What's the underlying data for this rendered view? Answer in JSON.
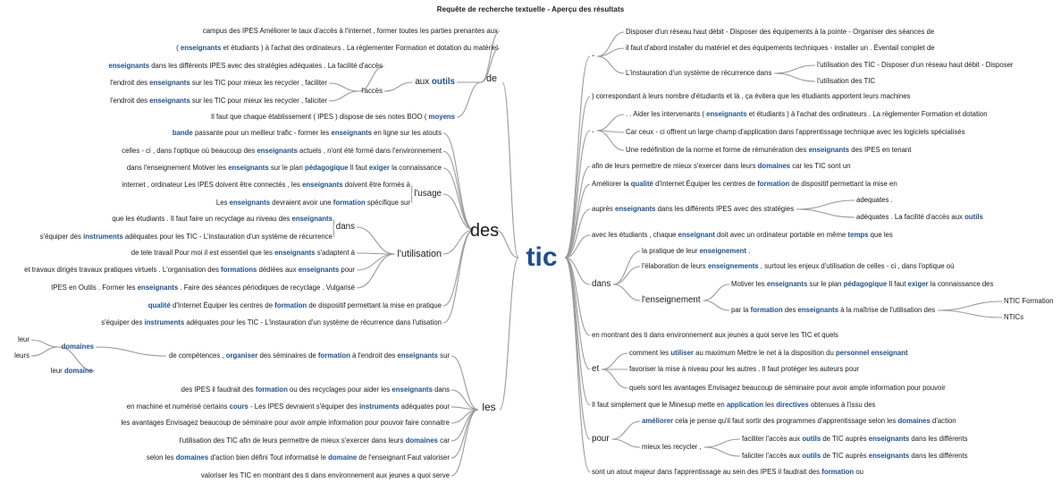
{
  "title": "Requête de recherche textuelle - Aperçu des résultats",
  "root": "tic",
  "hubs": [
    {
      "text": "de"
    },
    {
      "text": "des"
    },
    {
      "text": "les"
    }
  ],
  "nodes": [
    {
      "t": "campus des IPES Améliorer le taux d'accès à l'internet , former toutes les parties prenantes aux"
    },
    {
      "t": "( [enseignants] et étudiants ) à l'achat des ordinateurs . La règlementer Formation et dotation du matériel"
    },
    {
      "t": "[enseignants] dans les différents IPES avec des stratégies adéquates . La facilité d'accès"
    },
    {
      "t": "l'endroit des [enseignants] sur les TIC pour mieux les recycler , faciliter"
    },
    {
      "t": "l'endroit des [enseignants] sur les TIC pour mieux les recycler , faliciter"
    },
    {
      "t": "Il faut que chaque établissement ( IPES ) dispose de ses notes BOO ( [moyens]"
    },
    {
      "t": "l'accès"
    },
    {
      "t": "aux [outils]"
    },
    {
      "t": "[bande] passante pour un meilleur trafic - former les [enseignants] en ligne sur les atouts"
    },
    {
      "t": "celles - ci , dans l'optique où beaucoup des [enseignants] actuels , n'ont été formé dans l'environnement"
    },
    {
      "t": "dans l'enseignement Motiver les [enseignants] sur le plan [pédagogique] Il faut [exiger] la connaissance"
    },
    {
      "t": "internet , ordinateur Les IPES doivent être connectés , les [enseignants] doivent être formés à"
    },
    {
      "t": "Les [enseignants] devraient avoir une [formation] spécifique sur"
    },
    {
      "t": "l'usage"
    },
    {
      "t": "que les étudiants . Il faut faire un recyclage au niveau des [enseignants]"
    },
    {
      "t": "s'équiper des [instruments] adéquates pour les TIC - L'instauration d'un système de récurrence"
    },
    {
      "t": "dans"
    },
    {
      "t": "de tele travail Pour moi il est essentiel que les [enseignants] s'adaptent à"
    },
    {
      "t": "et travaux dirigés travaux pratiques virtuels . L'organisation des [formations] dédiées aux [enseignants] pour"
    },
    {
      "t": "IPES en Outils . Former les [enseignants] . Faire des séances périodiques de recyclage . Vulgarisé"
    },
    {
      "t": "l'utilisation"
    },
    {
      "t": "[qualité] d'Internet Équiper les centres de [formation] de dispositif permettant la mise en pratique"
    },
    {
      "t": "s'équiper des [instruments] adéquates pour les TIC - L'instauration d'un système de récurrence dans l'utisation"
    },
    {
      "t": "leur"
    },
    {
      "t": "leurs"
    },
    {
      "t": "leur [domaine]"
    },
    {
      "t": "[domaines]"
    },
    {
      "t": "de compétences , [organiser] des séminaires de [formation] à l'endroit des [enseignants] sur"
    },
    {
      "t": "des IPES il faudrait des [formation] ou des recyclages pour aider les [enseignants] dans"
    },
    {
      "t": "en machine et numérisé certains [cours] - Les IPES devraient s'équiper des [instruments] adéquates pour"
    },
    {
      "t": "les avantages Envisagez beaucoup de séminaire pour avoir ample information pour pouvoir faire connaitre"
    },
    {
      "t": "l'utilisation des TIC afin de leurs permettre de mieux s'exercer dans leurs [domaines] car"
    },
    {
      "t": "selon les [domaines] d'action bien défini Tout informatisé le [domaine] de l'enseignant Faut valoriser"
    },
    {
      "t": "valoriser les TIC en montrant des ti dans environnement aux jeunes a quoi serve"
    },
    {
      "t": "-"
    },
    {
      "t": "Disposer d'un réseau haut débit - Disposer des équipements à la pointe - Organiser des séances de"
    },
    {
      "t": "il faut d'abord installer du matériel et des équipements techniques - installer un . Éventail complet de"
    },
    {
      "t": "L'instauration d'un système de récurrence dans"
    },
    {
      "t": "l'utilisation des TIC - Disposer d'un réseau haut débit - Disposer"
    },
    {
      "t": "l'utilisation des TIC"
    },
    {
      "t": ") correspondant à leurs nombre d'étudiants et là , ça évitera que les étudiants apportent leurs machines"
    },
    {
      "t": "."
    },
    {
      "t": ". . Aider les intervenants ( [enseignants] et étudiants ) à l'achat des ordinateurs . La règlementer Formation et dotation"
    },
    {
      "t": "Car ceux - ci offrent un large champ d'application dans l'apprentissage technique avec les logiciels spécialisés"
    },
    {
      "t": "Une redéfinition de la norme et forme de rémunération des [enseignants] des IPES en tenant"
    },
    {
      "t": "afin de leurs permettre de mieux s'exercer dans leurs [domaines] car les TIC sont un"
    },
    {
      "t": "Améliorer la [qualité] d'Internet Équiper les centres de [formation] de dispositif permettant la mise en"
    },
    {
      "t": "auprès [enseignants] dans les différents IPES avec des stratégies"
    },
    {
      "t": "adequates ."
    },
    {
      "t": "adéquates . La facilité d'accès aux [outils]"
    },
    {
      "t": "avec les étudiants , chaque [enseignant] doit avec un ordinateur portable en même [temps] que les"
    },
    {
      "t": "la pratique de leur [enseignement] ."
    },
    {
      "t": "l'élaboration de leurs [enseignements] , surtout les enjeux d'utilisation de celles - ci , dans l'optique où"
    },
    {
      "t": "dans"
    },
    {
      "t": "l'enseignement"
    },
    {
      "t": "Motiver les [enseignants] sur le plan [pédagogique] Il faut [exiger] la connaissance des"
    },
    {
      "t": "par la [formation] des [enseignants] à la maîtrise de l'utilisation des"
    },
    {
      "t": "NTIC Formation"
    },
    {
      "t": "NTICs"
    },
    {
      "t": "en montrant des ti dans environnement aux jeunes a quoi serve les TIC et quels"
    },
    {
      "t": "et"
    },
    {
      "t": "comment les [utiliser] au maximum Mettre le net à la disposition du [personnel] [enseignant]"
    },
    {
      "t": "favoriser la mise à niveau pour les autres . Il faut protéger les auteurs pour"
    },
    {
      "t": "quels sont les avantages Envisagez beaucoup de séminaire pour avoir ample information pour pouvoir"
    },
    {
      "t": "Il faut simplement que le Minesup mette en [application] les [directives] obtenues à l'issu des"
    },
    {
      "t": "pour"
    },
    {
      "t": "[améliorer] cela je pense qu'il faut sortir des programmes d'apprentissage selon les [domaines] d'action"
    },
    {
      "t": "mieux les recycler ,"
    },
    {
      "t": "faciliter l'accès aux [outils] de TIC auprès [enseignants] dans les différents"
    },
    {
      "t": "faliciter l'accès aux [outils] de TIC auprès [enseignants] dans les différents"
    },
    {
      "t": "sont un atout majeur dans l'apprentissage au sein des IPES il faudrait des [formation] ou"
    }
  ],
  "colors": {
    "highlight": "#1f4f8a",
    "root": "#1f4f8a",
    "line": "#9a9a9a",
    "text": "#1a1a1a"
  }
}
